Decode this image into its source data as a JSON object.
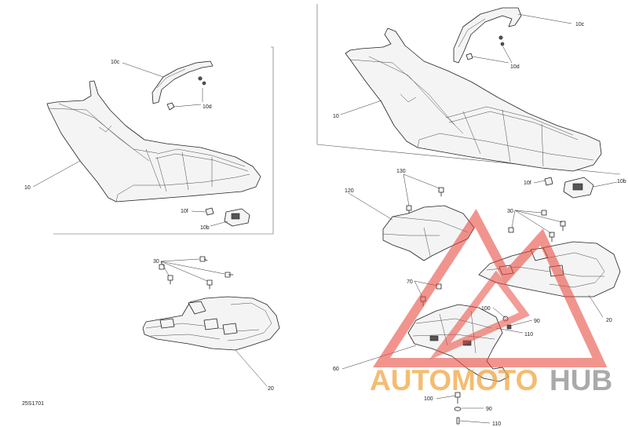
{
  "diagram": {
    "ref_code": "25S1701",
    "callouts": {
      "left_seat": "10",
      "left_strap": "10c",
      "left_strap_hw": "10d",
      "left_f": "10f",
      "left_b": "10b",
      "left_screws": "30",
      "left_rack": "20",
      "right_strap": "10c",
      "right_strap_hw": "10d",
      "right_seat": "10",
      "right_f": "10f",
      "right_b": "10b",
      "r_130": "130",
      "r_120": "120",
      "r_30": "30",
      "r_70": "70",
      "r_100a": "100",
      "r_90a": "90",
      "r_110a": "110",
      "r_20": "20",
      "r_60": "60",
      "r_100b": "100",
      "r_90b": "90",
      "r_110b": "110"
    }
  },
  "watermark": {
    "part1": "AUTOMOTO",
    "part2": "HUB",
    "color1": "#f2a33a",
    "color2": "#8a8a8a",
    "logo_color": "#e8473c"
  }
}
